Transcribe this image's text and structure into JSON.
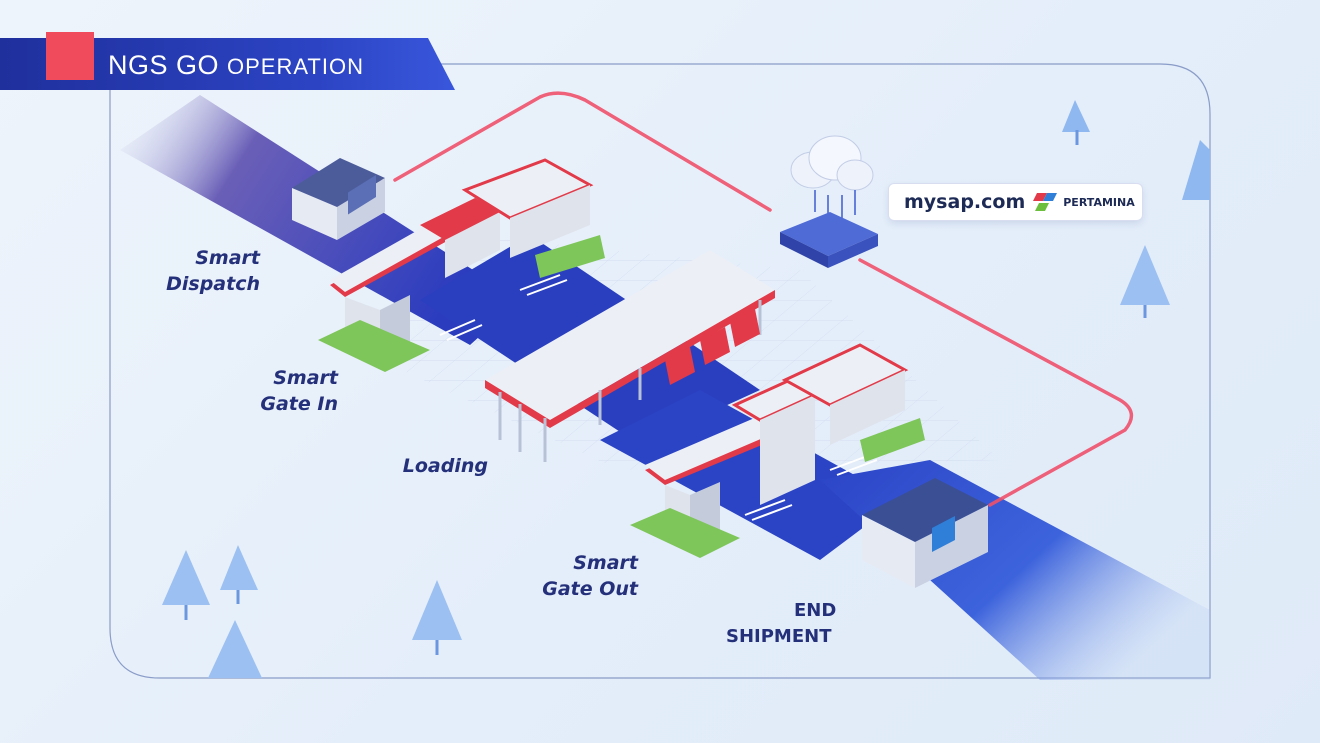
{
  "header": {
    "title": "NGS GO",
    "subtitle": "OPERATION"
  },
  "stages": {
    "dispatch": [
      "Smart",
      "Dispatch"
    ],
    "gate_in": [
      "Smart",
      "Gate In"
    ],
    "loading": "Loading",
    "gate_out": [
      "Smart",
      "Gate Out"
    ],
    "end_shipment": [
      "END",
      "SHIPMENT"
    ]
  },
  "sap": {
    "domain": "mysap.com",
    "brand": "PERTAMINA"
  },
  "icons": [
    "cloud-icon",
    "router-icon",
    "pertamina-logo-icon",
    "tree-icon",
    "truck-icon",
    "building-icon",
    "gate-icon"
  ],
  "colors": {
    "road": "#2a3fbf",
    "road_light": "#4f6ee0",
    "path": "#f0506a",
    "header": "#2536b0",
    "accent": "#f04b5c",
    "label": "#24307a",
    "roof_trim": "#e23a48",
    "grass": "#7ec55a"
  }
}
